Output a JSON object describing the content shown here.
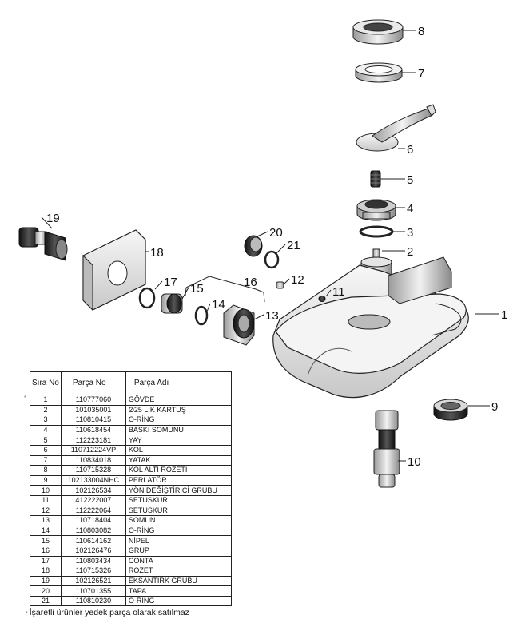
{
  "callouts": [
    {
      "n": "1"
    },
    {
      "n": "2"
    },
    {
      "n": "3"
    },
    {
      "n": "4"
    },
    {
      "n": "5"
    },
    {
      "n": "6"
    },
    {
      "n": "7"
    },
    {
      "n": "8"
    },
    {
      "n": "9"
    },
    {
      "n": "10"
    },
    {
      "n": "11"
    },
    {
      "n": "12"
    },
    {
      "n": "13"
    },
    {
      "n": "14"
    },
    {
      "n": "15"
    },
    {
      "n": "16"
    },
    {
      "n": "17"
    },
    {
      "n": "18"
    },
    {
      "n": "19"
    },
    {
      "n": "20"
    },
    {
      "n": "21"
    }
  ],
  "table": {
    "headers": {
      "no": "Sıra No",
      "part_no": "Parça No",
      "part_name": "Parça Adı"
    },
    "rows": [
      {
        "no": "1",
        "part_no": "110777060",
        "name": "GÖVDE",
        "spare": true
      },
      {
        "no": "2",
        "part_no": "101035001",
        "name": "Ø25 LİK KARTUŞ",
        "spare": false
      },
      {
        "no": "3",
        "part_no": "110810415",
        "name": "O-RİNG",
        "spare": false
      },
      {
        "no": "4",
        "part_no": "110618454",
        "name": "BASKI SOMUNU",
        "spare": false
      },
      {
        "no": "5",
        "part_no": "112223181",
        "name": "YAY",
        "spare": false
      },
      {
        "no": "6",
        "part_no": "110712224VP",
        "name": "KOL",
        "spare": false
      },
      {
        "no": "7",
        "part_no": "110834018",
        "name": "YATAK",
        "spare": false
      },
      {
        "no": "8",
        "part_no": "110715328",
        "name": "KOL ALTI ROZETİ",
        "spare": false
      },
      {
        "no": "9",
        "part_no": "102133004NHC",
        "name": "PERLATÖR",
        "spare": false
      },
      {
        "no": "10",
        "part_no": "102126534",
        "name": "YÖN DEĞİŞTİRİCİ GRUBU",
        "spare": false
      },
      {
        "no": "11",
        "part_no": "412222007",
        "name": "SETUSKUR",
        "spare": false
      },
      {
        "no": "12",
        "part_no": "112222064",
        "name": "SETUSKUR",
        "spare": false
      },
      {
        "no": "13",
        "part_no": "110718404",
        "name": "SOMUN",
        "spare": false
      },
      {
        "no": "14",
        "part_no": "110803082",
        "name": "O-RİNG",
        "spare": false
      },
      {
        "no": "15",
        "part_no": "110614162",
        "name": "NİPEL",
        "spare": false
      },
      {
        "no": "16",
        "part_no": "102126476",
        "name": "GRUP",
        "spare": false
      },
      {
        "no": "17",
        "part_no": "110803434",
        "name": "CONTA",
        "spare": false
      },
      {
        "no": "18",
        "part_no": "110715326",
        "name": "ROZET",
        "spare": false
      },
      {
        "no": "19",
        "part_no": "102126521",
        "name": "EKSANTİRK GRUBU",
        "spare": false
      },
      {
        "no": "20",
        "part_no": "110701355",
        "name": "TAPA",
        "spare": false
      },
      {
        "no": "21",
        "part_no": "110810230",
        "name": "O-RİNG",
        "spare": false
      }
    ]
  },
  "spare_mark": "*",
  "footnote": "İşaretli ürünler yedek parça olarak satılmaz"
}
